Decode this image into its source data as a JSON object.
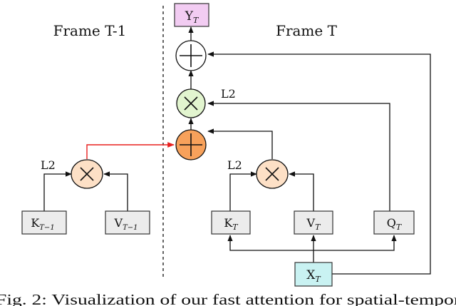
{
  "frames": {
    "prev_label": "Frame T-1",
    "curr_label": "Frame T"
  },
  "nodes": {
    "y_t": {
      "base": "Y",
      "sub": "T"
    },
    "x_t": {
      "base": "X",
      "sub": "T"
    },
    "k_prev": {
      "base": "K",
      "sub": "T−1"
    },
    "v_prev": {
      "base": "V",
      "sub": "T−1"
    },
    "k_t": {
      "base": "K",
      "sub": "T"
    },
    "v_t": {
      "base": "V",
      "sub": "T"
    },
    "q_t": {
      "base": "Q",
      "sub": "T"
    }
  },
  "labels": {
    "l2_top": "L2",
    "l2_left": "L2",
    "l2_right": "L2"
  },
  "caption": "Fig. 2: Visualization of our fast attention for spatial-tempor",
  "colors": {
    "y_box": "#f2ccf2",
    "x_box": "#c9f2f2",
    "gray_box": "#ececec",
    "multiply_green": "#e2f5cf",
    "multiply_orange": "#fde0c6",
    "add_orange": "#f7a15b",
    "red_arrow": "#e8201f"
  }
}
